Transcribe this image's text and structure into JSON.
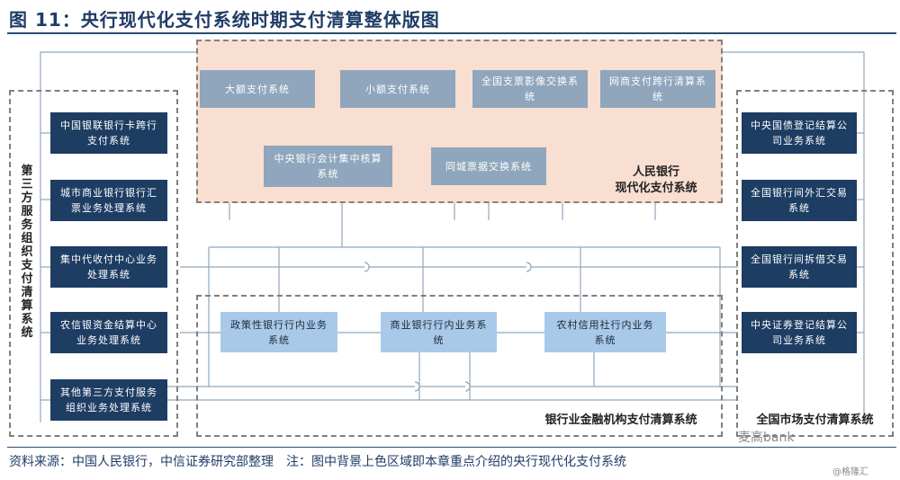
{
  "title": "图 11：央行现代化支付系统时期支付清算整体版图",
  "footer": "资料来源：中国人民银行，中信证券研究部整理　注：图中背景上色区域即本章重点介绍的央行现代化支付系统",
  "watermark": "麦高bank",
  "watermark_small": "@格隆汇",
  "regions": {
    "third_party": "第三方服务组织支付清算系统",
    "pboc_line1": "人民银行",
    "pboc_line2": "现代化支付系统",
    "banking": "银行业金融机构支付清算系统",
    "market": "全国市场支付清算系统"
  },
  "left_boxes": [
    "中国银联银行卡跨行支付系统",
    "城市商业银行银行汇票业务处理系统",
    "集中代收付中心业务处理系统",
    "农信银资金结算中心业务处理系统",
    "其他第三方支付服务组织业务处理系统"
  ],
  "pboc_boxes": [
    "大额支付系统",
    "小额支付系统",
    "全国支票影像交换系统",
    "网商支付跨行清算系统",
    "中央银行会计集中核算系统",
    "同城票据交换系统"
  ],
  "bank_boxes": [
    "政策性银行行内业务系统",
    "商业银行行内业务系统",
    "农村信用社行内业务系统"
  ],
  "right_boxes": [
    "中央国债登记结算公司业务系统",
    "全国银行间外汇交易系统",
    "全国银行间拆借交易系统",
    "中央证券登记结算公司业务系统"
  ]
}
